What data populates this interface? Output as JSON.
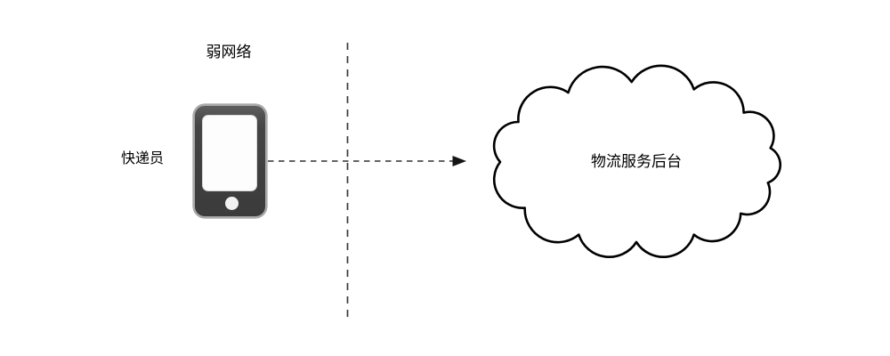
{
  "diagram": {
    "labels": {
      "weak_network": "弱网络",
      "courier": "快递员",
      "backend": "物流服务后台"
    },
    "icons": {
      "smartphone": "smartphone-icon",
      "cloud": "cloud-shape",
      "arrow": "dashed-arrow-right",
      "boundary": "vertical-dashed-divider"
    },
    "colors": {
      "background": "#ffffff",
      "text": "#000000",
      "dashed_line": "#3a3a3a",
      "arrow_dash": "#4d4d4d",
      "arrow_head": "#151515",
      "cloud_stroke": "#000000",
      "cloud_fill": "#ffffff",
      "phone_body": "#3f3f3f",
      "phone_rim": "#a9a9a9",
      "phone_screen": "#fdfdfd"
    }
  }
}
